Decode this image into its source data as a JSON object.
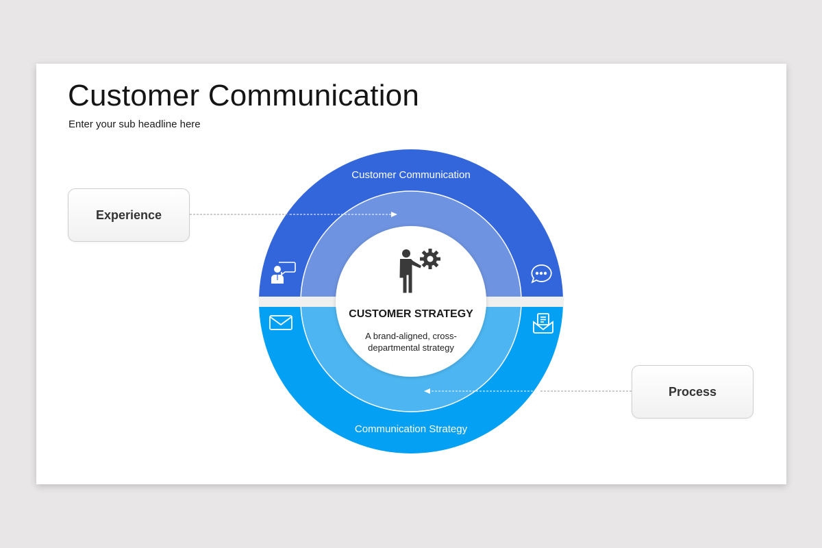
{
  "slide": {
    "title": "Customer Communication",
    "subtitle": "Enter your sub headline here"
  },
  "diagram": {
    "outer_top_label": "Customer Communication",
    "outer_bottom_label": "Communication Strategy",
    "center": {
      "title": "CUSTOMER STRATEGY",
      "description": "A brand-aligned, cross-departmental strategy",
      "icon": "businessman-gear-icon"
    },
    "callouts": [
      {
        "label": "Experience",
        "arrow_direction": "right"
      },
      {
        "label": "Process",
        "arrow_direction": "left"
      }
    ],
    "icons": {
      "top_left": "customer-support-chat-icon",
      "top_right": "speech-bubble-icon",
      "bottom_left": "envelope-icon",
      "bottom_right": "open-envelope-letter-icon"
    },
    "colors": {
      "outer_top": "#3466DB",
      "mid_top": "#6E93E0",
      "outer_bottom": "#03A0F4",
      "mid_bottom": "#4DB6F2",
      "gap_band": "#F0F0F0",
      "center": "#FFFFFF",
      "icon_dark": "#3A3A3A"
    }
  }
}
